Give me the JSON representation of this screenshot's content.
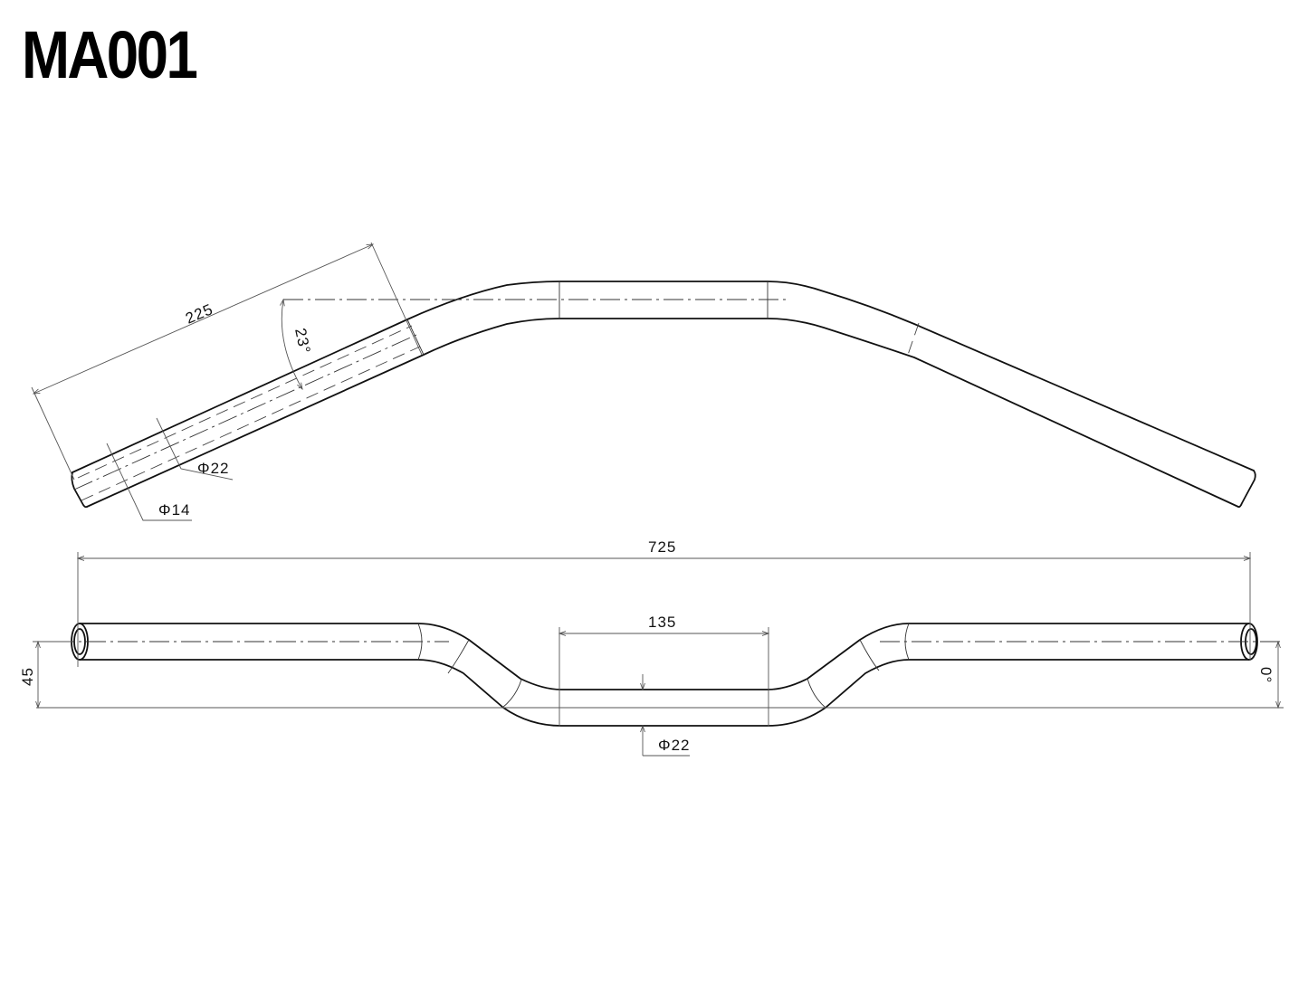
{
  "title": "MA001",
  "colors": {
    "line": "#111111",
    "dimension": "#555555",
    "background": "#ffffff"
  },
  "views": {
    "side_view": {
      "dimensions": {
        "bar_end_length": "225",
        "bend_angle": "23°",
        "outer_diameter": "Φ22",
        "inner_diameter": "Φ14"
      }
    },
    "front_view": {
      "dimensions": {
        "overall_width": "725",
        "center_section_width": "135",
        "center_diameter": "Φ22",
        "rise": "45",
        "sweep_angle": "0°"
      }
    }
  }
}
